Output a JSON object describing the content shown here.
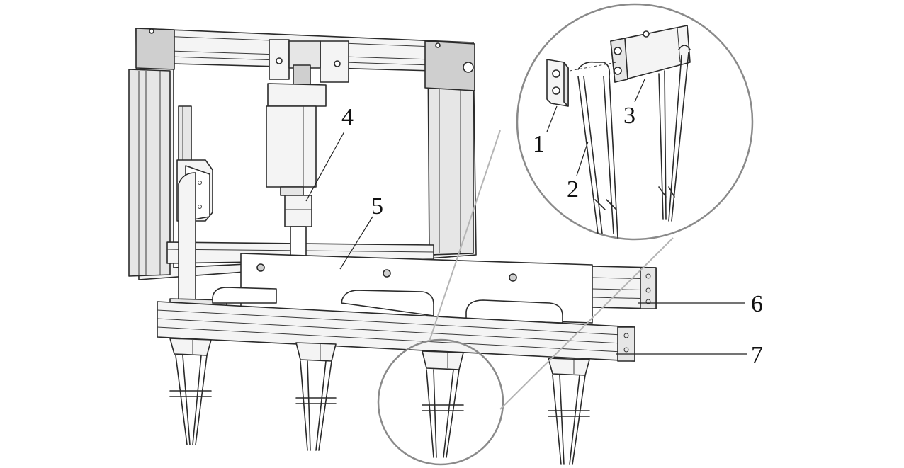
{
  "labels": {
    "part1": "1",
    "part2": "2",
    "part3": "3",
    "part4": "4",
    "part5": "5",
    "part6": "6",
    "part7": "7"
  },
  "colors": {
    "line": "#2a2a2a",
    "zoom_circle": "#8a8a8a",
    "background": "#ffffff"
  }
}
